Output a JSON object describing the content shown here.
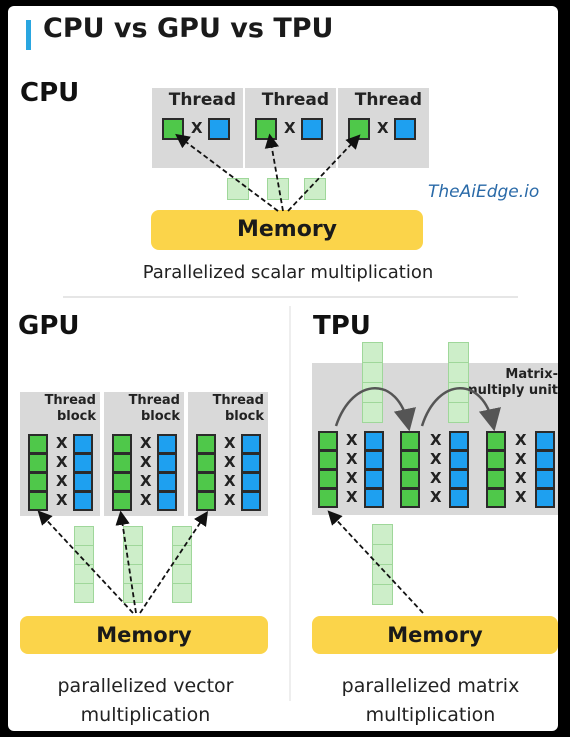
{
  "header": {
    "title": "CPU vs GPU vs TPU"
  },
  "watermark": "TheAiEdge.io",
  "cpu": {
    "title": "CPU",
    "thread_label": "Thread",
    "multiply": "X",
    "memory": "Memory",
    "caption": "Parallelized scalar multiplication"
  },
  "gpu": {
    "title": "GPU",
    "block_label_line1": "Thread",
    "block_label_line2": "block",
    "multiply": "X",
    "memory": "Memory",
    "caption_line1": "parallelized vector",
    "caption_line2": "multiplication"
  },
  "tpu": {
    "title": "TPU",
    "unit_label_line1": "Matrix-",
    "unit_label_line2": "multiply unit",
    "multiply": "X",
    "memory": "Memory",
    "caption_line1": "parallelized matrix",
    "caption_line2": "multiplication"
  },
  "colors": {
    "green": "#4fc84a",
    "blue": "#1ea0f0",
    "memory_yellow": "#fbd44a",
    "thread_gray": "#d9d9d9",
    "accent": "#2aa6e0"
  }
}
